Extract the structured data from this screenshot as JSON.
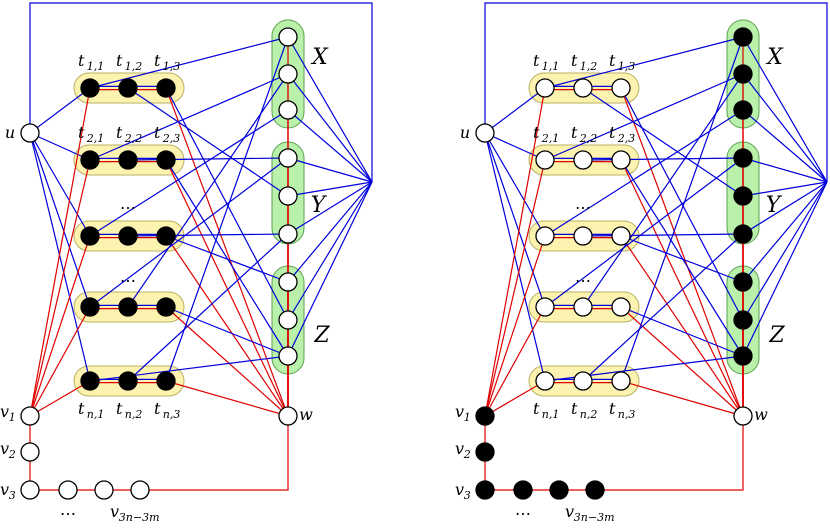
{
  "colors": {
    "red_edge": "#e00000",
    "blue_edge": "#0000dd",
    "triple_fill": "#fdf3b0",
    "triple_stroke": "#b8b060",
    "set_fill": "#b9f1aa",
    "set_stroke": "#5aa050",
    "filled_node": "#000000",
    "empty_node": "#ffffff"
  },
  "labels": {
    "set_x": "X",
    "set_y": "Y",
    "set_z": "Z",
    "u": "u",
    "w": "w",
    "v1": "v",
    "v1_sub": "1",
    "v2": "v",
    "v2_sub": "2",
    "v3": "v",
    "v3_sub": "3",
    "v_last": "v",
    "v_last_sub": "3n−3m",
    "ellipsis": "…",
    "triples": [
      {
        "base": "t",
        "subs": [
          "1,1",
          "1,2",
          "1,3"
        ]
      },
      {
        "base": "t",
        "subs": [
          "2,1",
          "2,2",
          "2,3"
        ]
      },
      null,
      null,
      {
        "base": "t",
        "subs": [
          "n,1",
          "n,2",
          "n,3"
        ]
      }
    ]
  },
  "panels": [
    {
      "name": "left",
      "set_nodes_filled": false,
      "triple_nodes_filled": true,
      "path_nodes_filled": false,
      "v1_filled": false
    },
    {
      "name": "right",
      "set_nodes_filled": true,
      "triple_nodes_filled": false,
      "path_nodes_filled": true,
      "v1_filled": true
    }
  ]
}
